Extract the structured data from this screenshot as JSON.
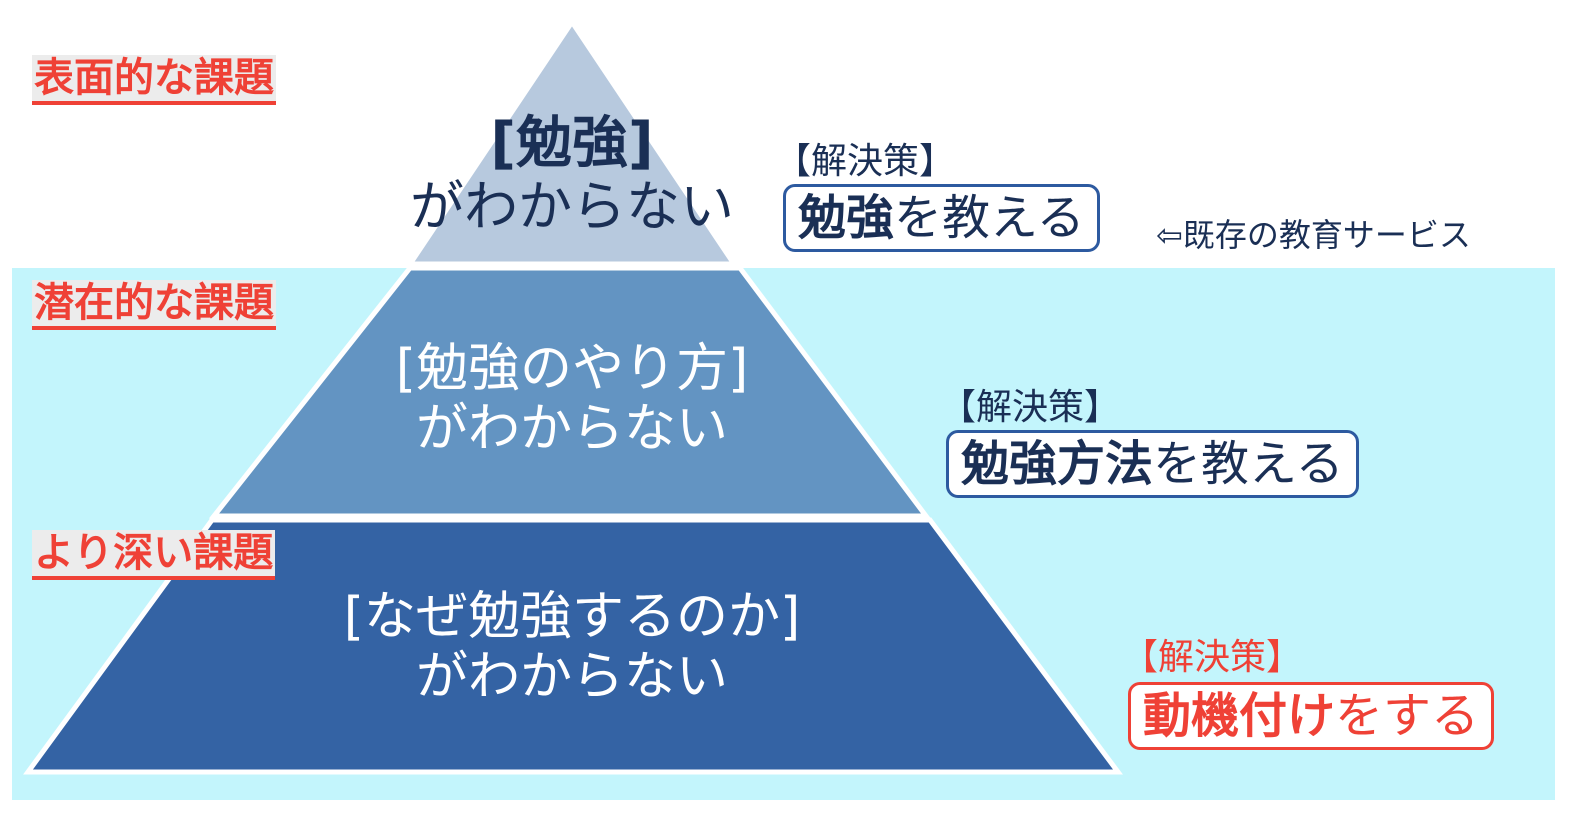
{
  "labels": {
    "surface": "表面的な課題",
    "latent": "潜在的な課題",
    "deeper": "より深い課題"
  },
  "tiers": [
    {
      "line1": "[勉強]",
      "line2": "がわからない"
    },
    {
      "line1": "[勉強のやり方]",
      "line2": "がわからない"
    },
    {
      "line1": "[なぜ勉強するのか]",
      "line2": "がわからない"
    }
  ],
  "solutions": [
    {
      "heading": "【解決策】",
      "emphasis": "勉強",
      "rest": "を教える",
      "note": "⇦既存の教育サービス"
    },
    {
      "heading": "【解決策】",
      "emphasis": "勉強方法",
      "rest": "を教える"
    },
    {
      "heading": "【解決策】",
      "emphasis": "動機付け",
      "rest": "をする"
    }
  ],
  "colors": {
    "tier1": "#b7c9de",
    "tier2": "#6394c2",
    "tier3": "#3463a4",
    "navy": "#1a2f55",
    "red": "#ef4136",
    "panel": "#c3f5fc"
  }
}
